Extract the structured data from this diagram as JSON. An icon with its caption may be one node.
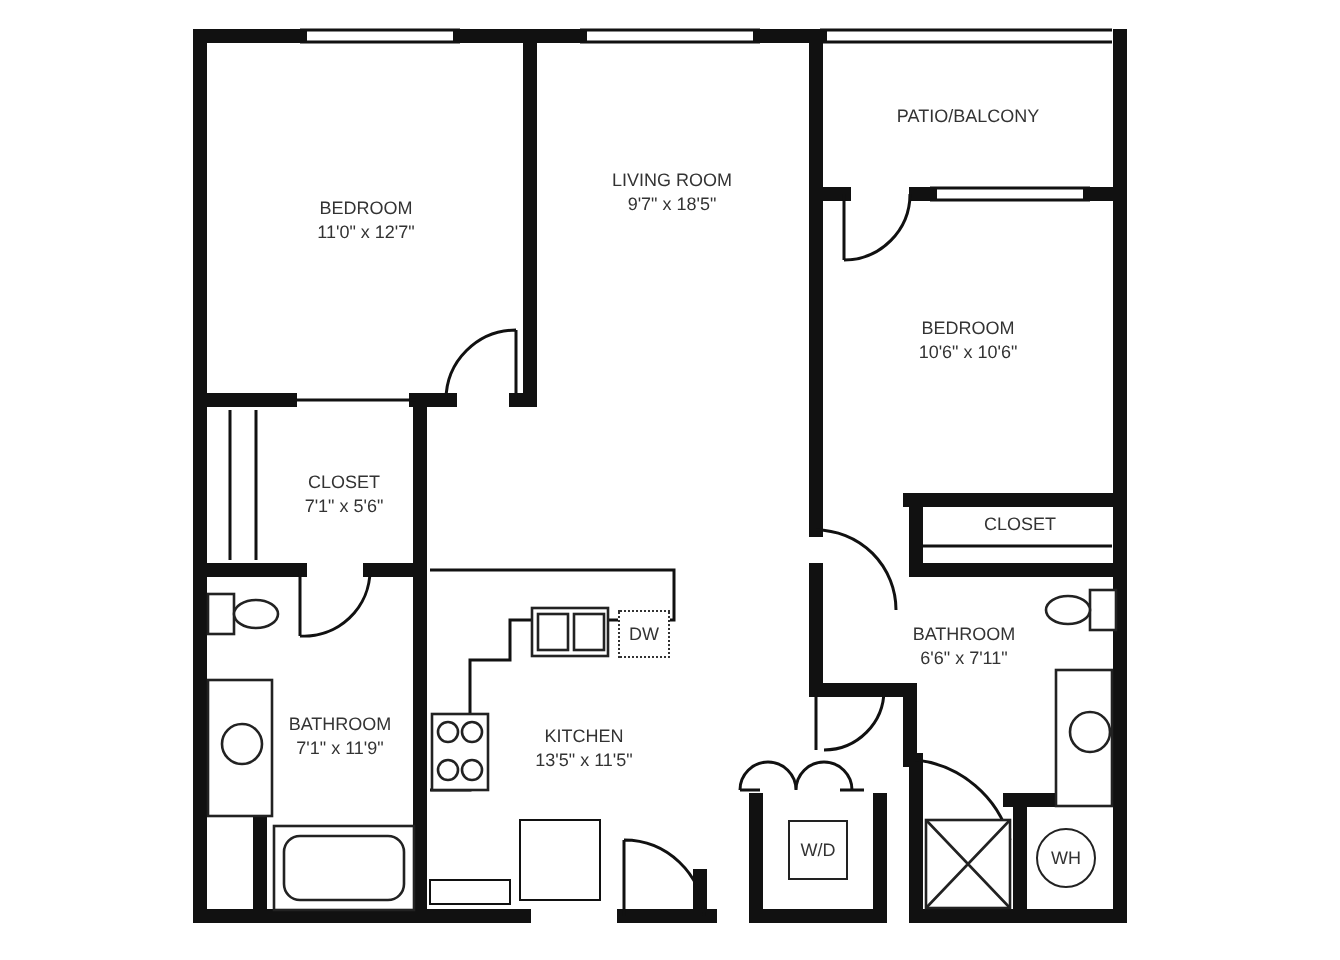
{
  "diagram": {
    "nodes": [
      {
        "text": [
          "BEDROOM",
          "11'0\" x 12'7\""
        ]
      },
      {
        "text": [
          "LIVING ROOM",
          "9'7\" x 18'5\""
        ]
      },
      {
        "text": [
          "PATIO/BALCONY"
        ]
      },
      {
        "text": [
          "BEDROOM",
          "10'6\" x 10'6\""
        ]
      },
      {
        "text": [
          "CLOSET",
          "7'1\" x 5'6\""
        ]
      },
      {
        "text": [
          "CLOSET"
        ]
      },
      {
        "text": [
          "DW"
        ]
      },
      {
        "text": [
          "BATHROOM",
          "6'6\" x 7'11\""
        ]
      },
      {
        "text": [
          "BATHROOM",
          "7'1\" x 11'9\""
        ]
      },
      {
        "text": [
          "KITCHEN",
          "13'5\" x 11'5\""
        ]
      },
      {
        "text": [
          "W/D"
        ]
      },
      {
        "text": [
          "WH"
        ]
      }
    ]
  }
}
